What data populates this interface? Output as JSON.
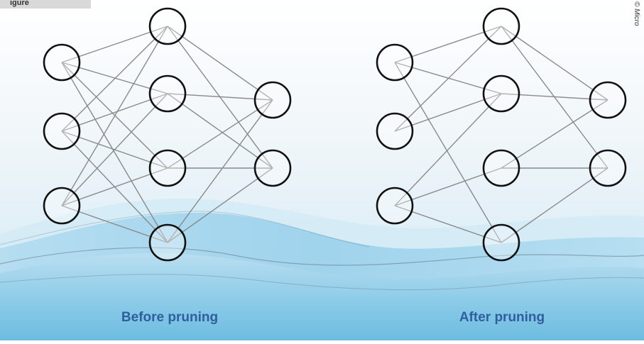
{
  "figure_tag": "igure",
  "copyright": "© Micro",
  "diagrams": [
    {
      "caption": "Before pruning",
      "layers": [
        3,
        4,
        2
      ],
      "edges": [
        [
          0,
          0,
          1,
          0
        ],
        [
          0,
          0,
          1,
          1
        ],
        [
          0,
          0,
          1,
          2
        ],
        [
          0,
          0,
          1,
          3
        ],
        [
          0,
          1,
          1,
          0
        ],
        [
          0,
          1,
          1,
          1
        ],
        [
          0,
          1,
          1,
          2
        ],
        [
          0,
          1,
          1,
          3
        ],
        [
          0,
          2,
          1,
          0
        ],
        [
          0,
          2,
          1,
          1
        ],
        [
          0,
          2,
          1,
          2
        ],
        [
          0,
          2,
          1,
          3
        ],
        [
          1,
          0,
          2,
          0
        ],
        [
          1,
          0,
          2,
          1
        ],
        [
          1,
          1,
          2,
          0
        ],
        [
          1,
          1,
          2,
          1
        ],
        [
          1,
          2,
          2,
          0
        ],
        [
          1,
          2,
          2,
          1
        ],
        [
          1,
          3,
          2,
          0
        ],
        [
          1,
          3,
          2,
          1
        ]
      ]
    },
    {
      "caption": "After pruning",
      "layers": [
        3,
        4,
        2
      ],
      "edges": [
        [
          0,
          0,
          1,
          0
        ],
        [
          0,
          0,
          1,
          1
        ],
        [
          0,
          0,
          1,
          3
        ],
        [
          0,
          1,
          1,
          0
        ],
        [
          0,
          1,
          1,
          1
        ],
        [
          0,
          2,
          1,
          1
        ],
        [
          0,
          2,
          1,
          2
        ],
        [
          0,
          2,
          1,
          3
        ],
        [
          1,
          0,
          2,
          0
        ],
        [
          1,
          0,
          2,
          1
        ],
        [
          1,
          1,
          2,
          0
        ],
        [
          1,
          2,
          2,
          0
        ],
        [
          1,
          2,
          2,
          1
        ],
        [
          1,
          3,
          2,
          1
        ]
      ]
    }
  ],
  "colors": {
    "node_stroke": "#111111",
    "node_fill": "#ffffff",
    "edge": "#8a8a8a",
    "caption": "#2f5f9e",
    "water_light": "#cfe8f4",
    "water_deep": "#6cbde0"
  }
}
